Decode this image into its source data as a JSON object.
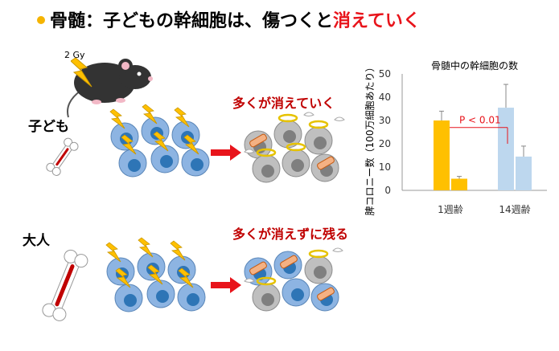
{
  "title": {
    "main": "骨髄：子どもの幹細胞は、傷つくと",
    "highlight": "消えていく"
  },
  "mouse": {
    "dose_label": "2 Gy"
  },
  "child": {
    "label": "子ども",
    "caption": "多くが消えていく"
  },
  "adult": {
    "label": "大人",
    "caption": "多くが消えずに残る"
  },
  "chart_data": {
    "type": "bar",
    "title": "骨髄中の幹細胞の数",
    "ylabel": "脾コロニー数（100万細胞あたり）",
    "ylim": [
      0,
      50
    ],
    "yticks": [
      "0",
      "10",
      "20",
      "30",
      "40",
      "50"
    ],
    "groups": [
      "1週齢",
      "14週齢"
    ],
    "series": [
      {
        "values": [
          30,
          35.5
        ],
        "errors": [
          4,
          10
        ]
      },
      {
        "values": [
          5,
          14.5
        ],
        "errors": [
          1,
          4.5
        ]
      }
    ],
    "colors": [
      "#ffc000",
      "#bdd7ee"
    ],
    "significance": {
      "text": "P < 0.01",
      "color": "#e8141b"
    }
  },
  "icons": [
    "bullet-icon",
    "mouse-icon",
    "lightning-icon",
    "bone-icon",
    "stem-cell-icon",
    "dead-cell-icon",
    "halo-icon",
    "wing-icon",
    "bandage-icon",
    "arrow-right-icon"
  ]
}
